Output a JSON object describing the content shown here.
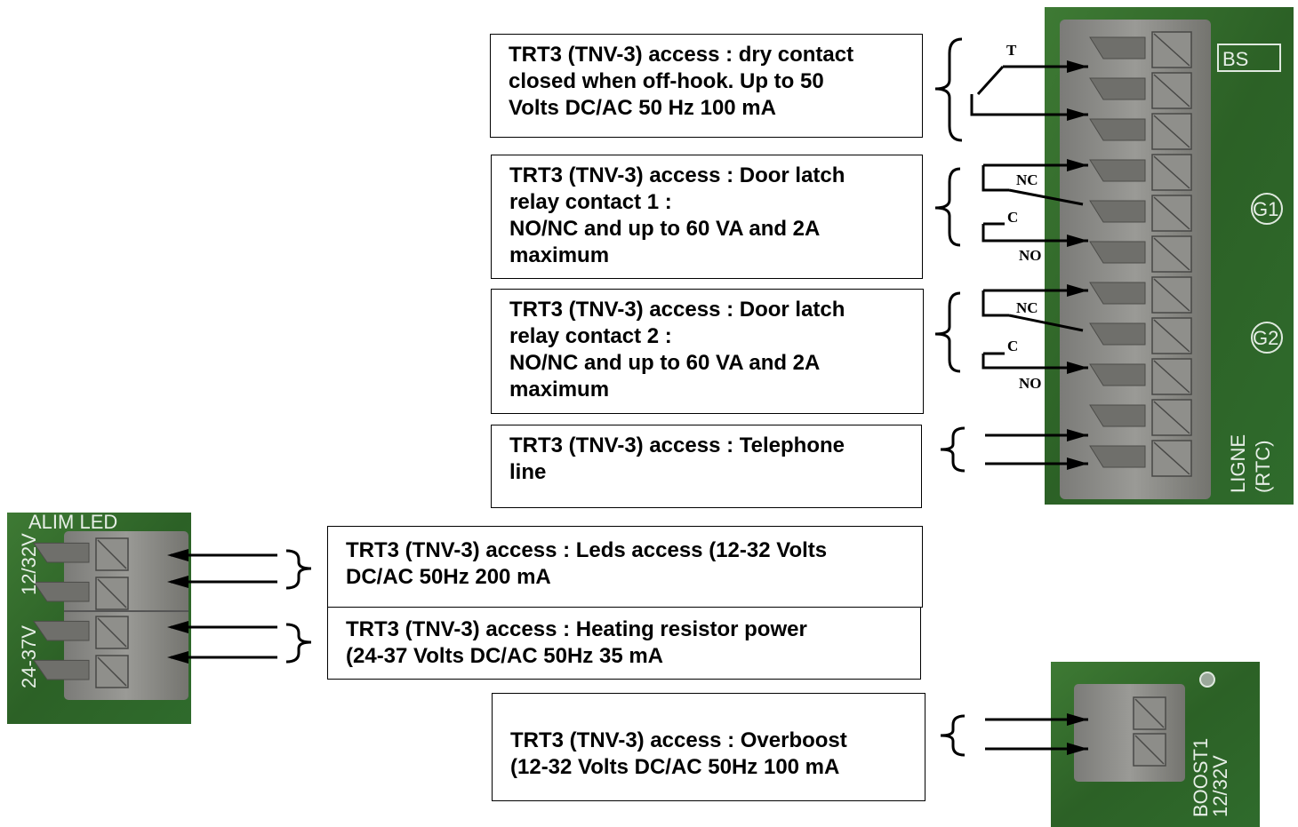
{
  "boxes": {
    "dry_contact": [
      "TRT3 (TNV-3) access : dry contact",
      "closed when off-hook. Up to 50",
      "Volts DC/AC 50 Hz 100 mA"
    ],
    "relay1": [
      "TRT3 (TNV-3) access : Door latch",
      "relay contact 1 :",
      "NO/NC  and up to 60 VA and 2A",
      "maximum"
    ],
    "relay2": [
      "TRT3 (TNV-3) access : Door latch",
      "relay contact 2 :",
      "NO/NC  and up to 60 VA and 2A",
      "maximum"
    ],
    "telephone": [
      "TRT3 (TNV-3) access : Telephone",
      "line"
    ],
    "leds": [
      "TRT3 (TNV-3) access : Leds access (12-32 Volts",
      "DC/AC 50Hz 200 mA"
    ],
    "heating": [
      "TRT3 (TNV-3) access : Heating resistor power",
      "(24-37 Volts DC/AC 50Hz 35 mA"
    ],
    "overboost": [
      "TRT3 (TNV-3) access : Overboost",
      "(12-32 Volts DC/AC 50Hz 100 mA"
    ]
  },
  "contact_labels": {
    "t": "T",
    "nc1": "NC",
    "c1": "C",
    "no1": "NO",
    "nc2": "NC",
    "c2": "C",
    "no2": "NO"
  },
  "silkscreen": {
    "main_bs": "BS",
    "main_g1": "G1",
    "main_g2": "G2",
    "main_ligne": "LIGNE",
    "main_rtc": "(RTC)",
    "left_alim": "ALIM LED",
    "left_v1": "12/32V",
    "left_v2": "24-37V",
    "boost": "BOOST1",
    "boost_v": "12/32V"
  },
  "colors": {
    "pcb": "#2f6b2c",
    "connector": "#8a8a86",
    "text": "#000000"
  }
}
